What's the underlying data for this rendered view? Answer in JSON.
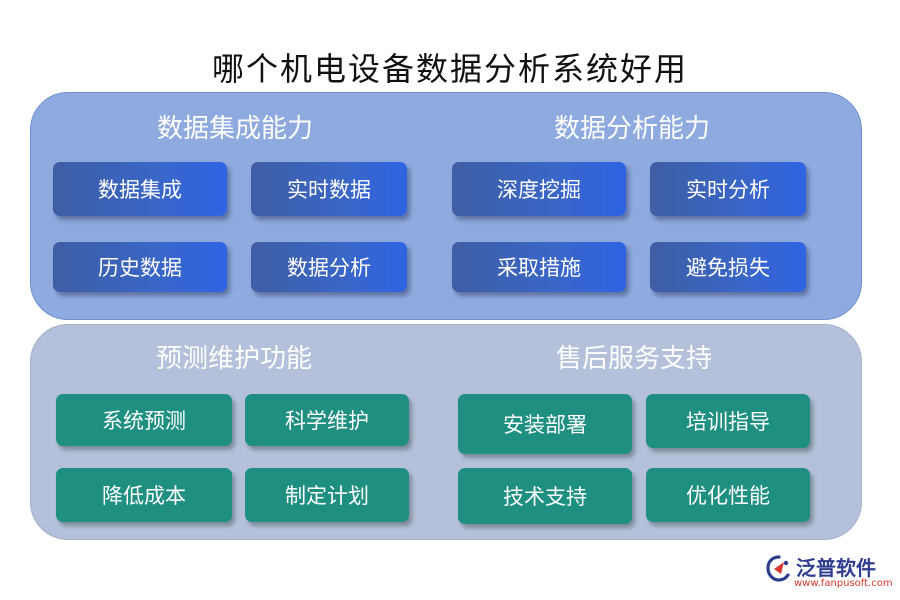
{
  "title": "哪个机电设备数据分析系统好用",
  "groups": [
    {
      "title": "数据集成能力",
      "items": [
        "数据集成",
        "实时数据",
        "历史数据",
        "数据分析"
      ]
    },
    {
      "title": "数据分析能力",
      "items": [
        "深度挖掘",
        "实时分析",
        "采取措施",
        "避免损失"
      ]
    },
    {
      "title": "预测维护功能",
      "items": [
        "系统预测",
        "科学维护",
        "降低成本",
        "制定计划"
      ]
    },
    {
      "title": "售后服务支持",
      "items": [
        "安装部署",
        "培训指导",
        "技术支持",
        "优化性能"
      ]
    }
  ],
  "logo": {
    "name": "泛普软件",
    "url": "www.fanpusoft.com"
  },
  "colors": {
    "top_panel": "#8eaadf",
    "bottom_panel": "#b5c1da",
    "blue_box": "#3a66c8",
    "teal_box": "#1e8f80"
  }
}
